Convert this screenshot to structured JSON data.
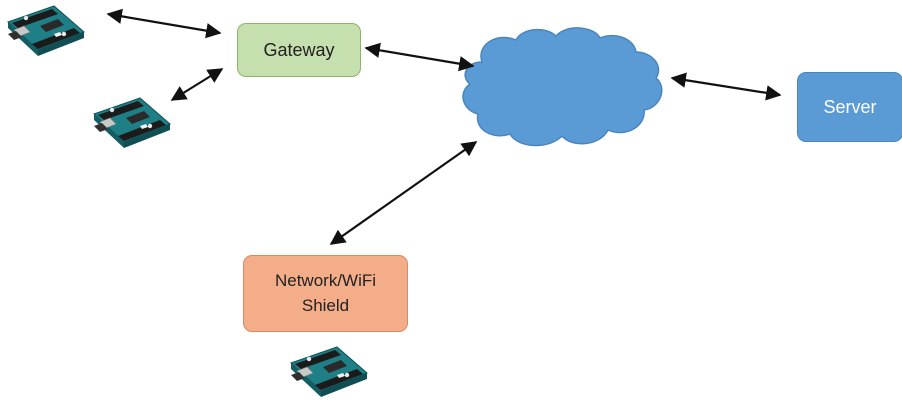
{
  "nodes": {
    "gateway": {
      "label": "Gateway",
      "color": "#c6dfae"
    },
    "server": {
      "label": "Server",
      "color": "#5b9bd5"
    },
    "shield": {
      "line1": "Network/WiFi",
      "line2": "Shield",
      "color": "#f4ad89"
    },
    "cloud": {
      "color": "#5b9bd5"
    }
  },
  "devices": [
    {
      "icon": "arduino-board-icon"
    },
    {
      "icon": "arduino-board-icon"
    },
    {
      "icon": "arduino-board-icon"
    }
  ],
  "connections": [
    {
      "from": "arduino-board-1",
      "to": "gateway",
      "style": "double-arrow"
    },
    {
      "from": "arduino-board-2",
      "to": "gateway",
      "style": "double-arrow"
    },
    {
      "from": "gateway",
      "to": "cloud",
      "style": "double-arrow"
    },
    {
      "from": "cloud",
      "to": "server",
      "style": "double-arrow"
    },
    {
      "from": "shield",
      "to": "cloud",
      "style": "double-arrow"
    }
  ]
}
